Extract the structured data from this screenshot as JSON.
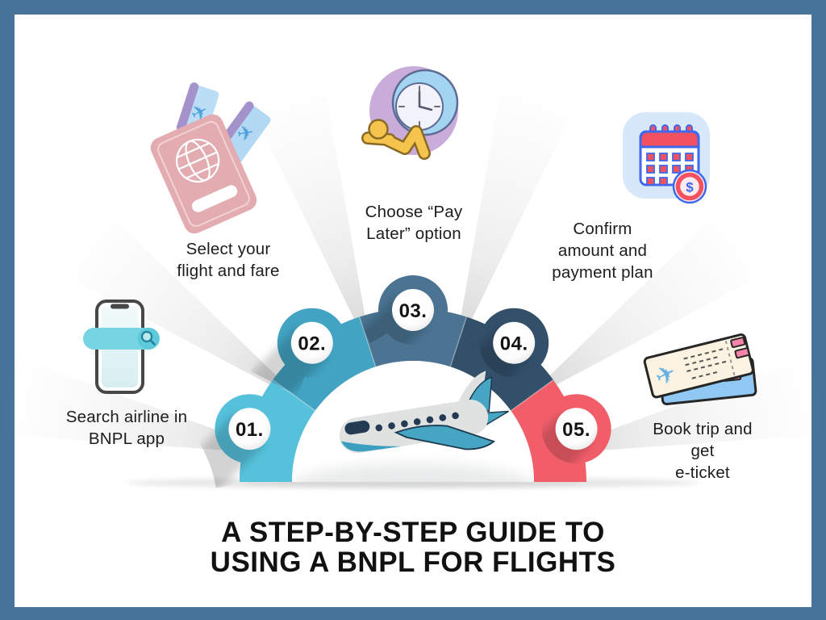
{
  "infographic": {
    "title": "A STEP-BY-STEP GUIDE TO\nUSING A BNPL FOR FLIGHTS",
    "frame_color": "#47739A",
    "background_color": "#FFFFFF",
    "steps": [
      {
        "number": "01.",
        "label": "Search airline in\nBNPL app",
        "icon": "phone-search-icon",
        "color": "#55C1DB"
      },
      {
        "number": "02.",
        "label": "Select your\nflight and fare",
        "icon": "passport-tickets-icon",
        "color": "#42A3C2"
      },
      {
        "number": "03.",
        "label": "Choose “Pay\nLater” option",
        "icon": "snoozing-clock-icon",
        "color": "#4A7492"
      },
      {
        "number": "04.",
        "label": "Confirm\namount and\npayment plan",
        "icon": "calendar-dollar-icon",
        "color": "#33506B"
      },
      {
        "number": "05.",
        "label": "Book trip and get\ne-ticket",
        "icon": "flight-tickets-icon",
        "color": "#F15E6A"
      }
    ]
  }
}
